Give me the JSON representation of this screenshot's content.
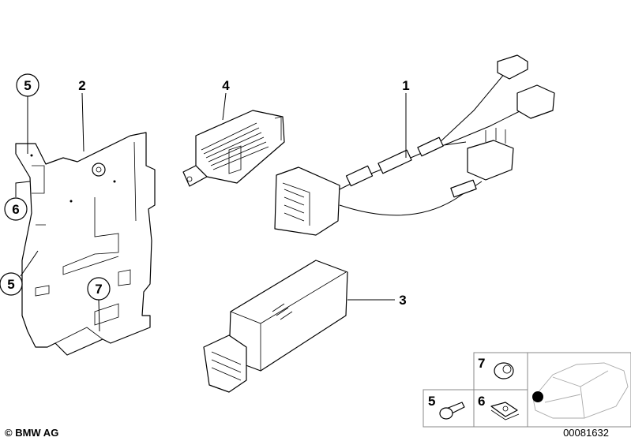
{
  "diagram": {
    "callouts": {
      "part1": "1",
      "part2": "2",
      "part3": "3",
      "part4": "4",
      "part5_top": "5",
      "part5_side": "5",
      "part6": "6",
      "part7": "7"
    },
    "inset": {
      "label7": "7",
      "label5": "5",
      "label6": "6"
    },
    "reference_number": "00081632",
    "copyright": "© BMW AG"
  }
}
